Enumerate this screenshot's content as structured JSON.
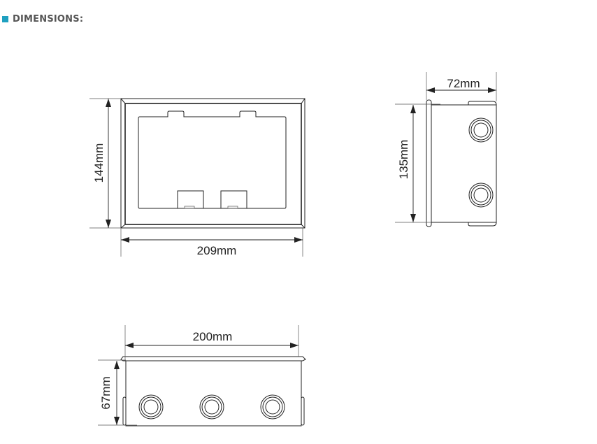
{
  "header": {
    "title": "DIMENSIONS:",
    "accent_color": "#1fa0c0"
  },
  "front_view": {
    "height_label": "144mm",
    "width_label": "209mm"
  },
  "side_view": {
    "depth_label": "72mm",
    "height_label": "135mm"
  },
  "bottom_view": {
    "width_label": "200mm",
    "height_label": "67mm"
  }
}
